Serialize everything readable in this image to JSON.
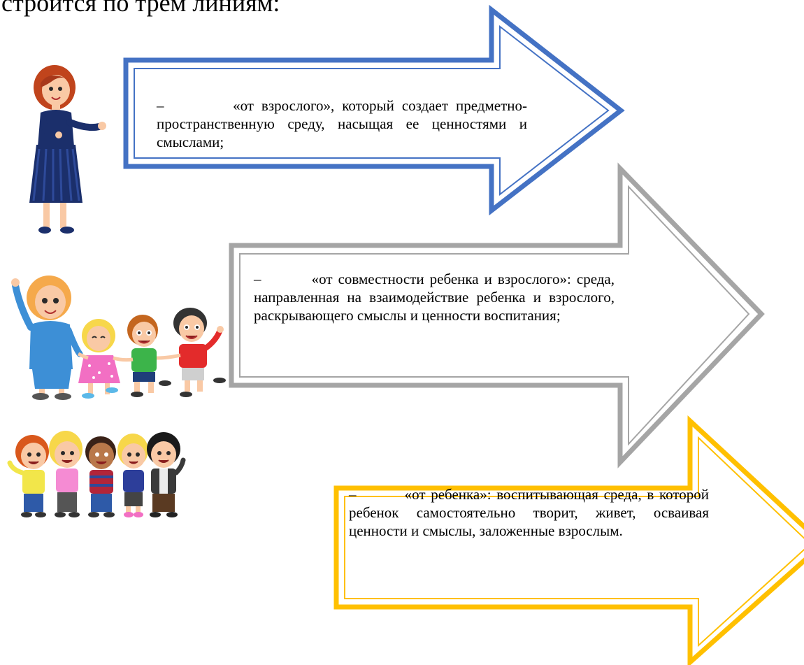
{
  "heading": "строится по трем линиям:",
  "lines": [
    {
      "text": "–         «от взрослого», который создает предметно-пространственную среду, насыщая ее ценностями и смыслами;",
      "color": "#4472C4"
    },
    {
      "text": "–         «от совместности ребенка и взрослого»: среда, направленная на взаимодействие ребенка и взрослого, раскрывающего смыслы и ценности воспитания;",
      "color": "#A5A5A5"
    },
    {
      "text": "–         «от ребенка»: воспитывающая среда, в которой ребенок самостоятельно творит, живет, осваивая ценности и смыслы, заложенные взрослым.",
      "color": "#FFC000"
    }
  ],
  "figures": [
    {
      "icon": "teacher-illustration"
    },
    {
      "icon": "teacher-with-children-illustration"
    },
    {
      "icon": "children-group-illustration"
    }
  ]
}
